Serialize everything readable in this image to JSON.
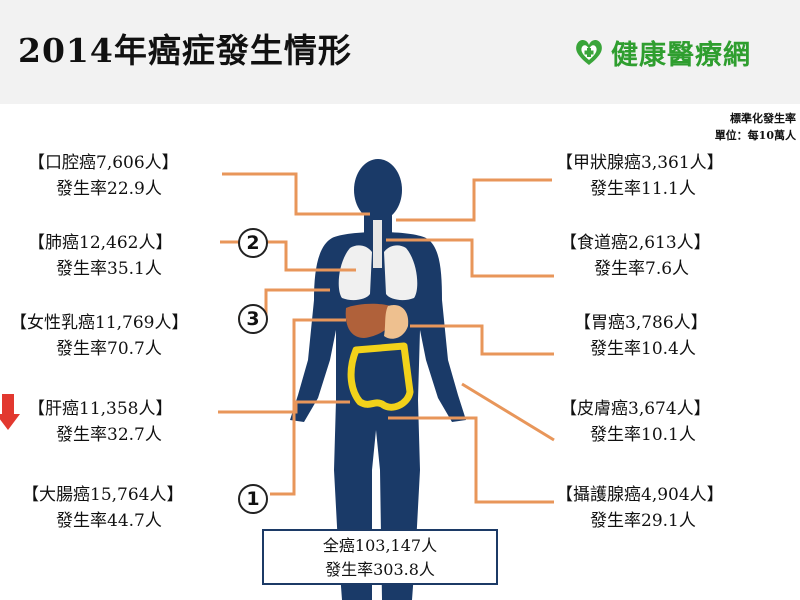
{
  "title": "2014年癌症發生情形",
  "brand": {
    "name": "健康醫療網",
    "logo_color": "#3aa53a"
  },
  "note": {
    "line1": "標準化發生率",
    "line2": "單位：每10萬人"
  },
  "colors": {
    "body": "#1a3a68",
    "leader": "#e8965a",
    "organ_lung": "#f0f0f0",
    "organ_liver": "#b0613a",
    "organ_stomach": "#eec08f",
    "organ_colon": "#f2d21a",
    "arrow": "#e2382f"
  },
  "labels": {
    "oral": {
      "name": "【口腔癌7,606人】",
      "rate": "發生率22.9人"
    },
    "lung": {
      "name": "【肺癌12,462人】",
      "rate": "發生率35.1人"
    },
    "breast": {
      "name": "【女性乳癌11,769人】",
      "rate": "發生率70.7人"
    },
    "liver": {
      "name": "【肝癌11,358人】",
      "rate": "發生率32.7人"
    },
    "colorectal": {
      "name": "【大腸癌15,764人】",
      "rate": "發生率44.7人"
    },
    "thyroid": {
      "name": "【甲狀腺癌3,361人】",
      "rate": "發生率11.1人"
    },
    "esophagus": {
      "name": "【食道癌2,613人】",
      "rate": "發生率7.6人"
    },
    "stomach": {
      "name": "【胃癌3,786人】",
      "rate": "發生率10.4人"
    },
    "skin": {
      "name": "【皮膚癌3,674人】",
      "rate": "發生率10.1人"
    },
    "prostate": {
      "name": "【攝護腺癌4,904人】",
      "rate": "發生率29.1人"
    }
  },
  "ranks": {
    "first": "1",
    "second": "2",
    "third": "3"
  },
  "total": {
    "count": "全癌103,147人",
    "rate": "發生率303.8人"
  }
}
